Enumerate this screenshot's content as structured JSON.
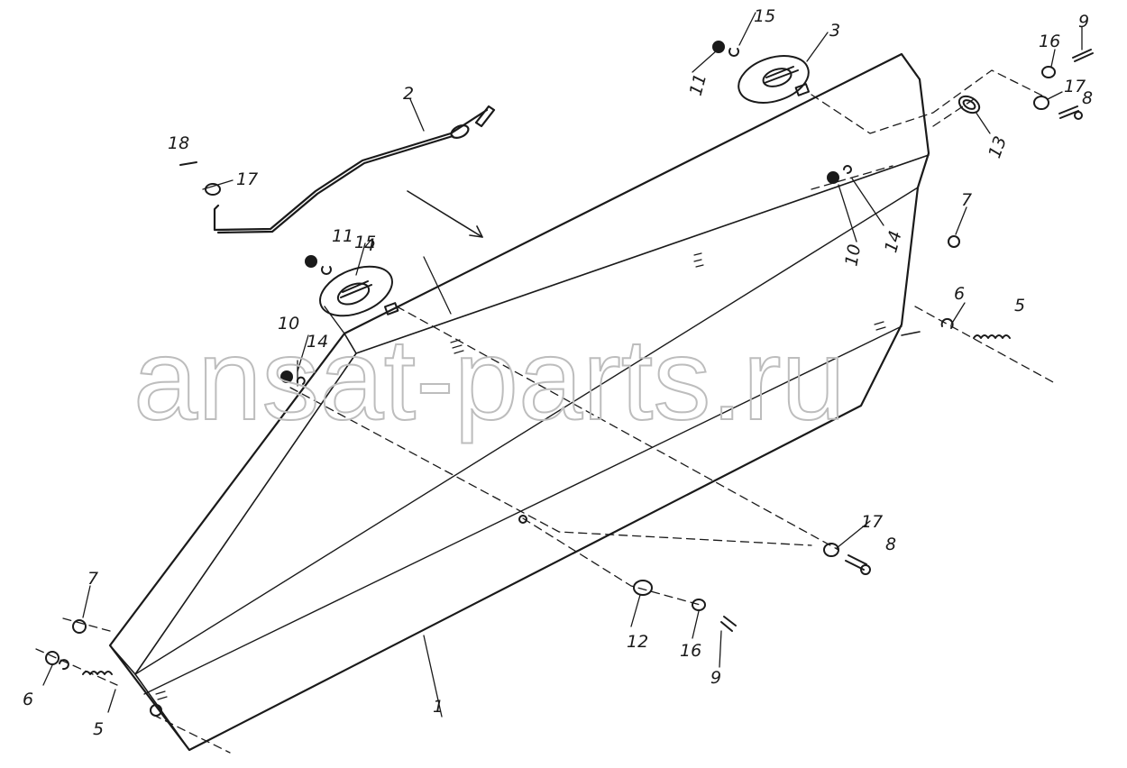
{
  "diagram": {
    "watermark": "ansat-parts.ru",
    "callouts": [
      "1",
      "2",
      "3",
      "4",
      "5",
      "5",
      "6",
      "6",
      "7",
      "7",
      "8",
      "8",
      "9",
      "9",
      "10",
      "10",
      "11",
      "11",
      "12",
      "13",
      "14",
      "14",
      "15",
      "15",
      "16",
      "16",
      "17",
      "17",
      "17",
      "18"
    ]
  }
}
